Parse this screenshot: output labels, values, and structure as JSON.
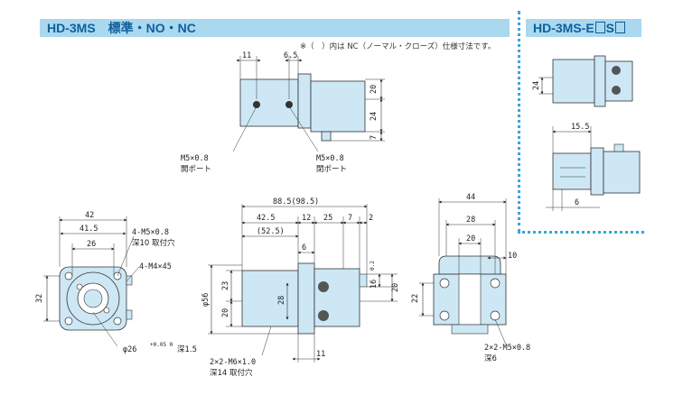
{
  "header": {
    "main_title": "HD-3MS　標準・NO・NC",
    "side_title_prefix": "HD-3MS-E",
    "side_title_mid": "S"
  },
  "note": "※（　）内は NC（ノーマル・クローズ）仕様寸法です。",
  "top_view": {
    "dims": [
      "11",
      "6.5",
      "20",
      "24",
      "7"
    ],
    "port_left": [
      "M5×0.8",
      "開ポート"
    ],
    "port_right": [
      "M5×0.8",
      "閉ポート"
    ]
  },
  "front_view": {
    "dims": [
      "42",
      "41.5",
      "26",
      "32"
    ],
    "callouts": [
      "4-M5×0.8",
      "深10 取付穴",
      "4-M4×45"
    ],
    "bore": "φ26",
    "bore_tol": "+0.05 0",
    "bore_depth": "深1.5"
  },
  "side_view": {
    "dims": [
      "88.5(98.5)",
      "42.5",
      "12",
      "25",
      "7",
      "2",
      "(52.5)",
      "6",
      "16",
      "0.2",
      "20",
      "φ56",
      "23",
      "20",
      "28",
      "11"
    ],
    "callouts": [
      "2×2-M6×1.0",
      "深14 取付穴"
    ]
  },
  "end_view": {
    "dims": [
      "44",
      "28",
      "20",
      "10",
      "22"
    ],
    "callouts": [
      "2×2-M5×0.8",
      "深6"
    ]
  },
  "option_view": {
    "dims": [
      "24",
      "15.5",
      "6"
    ]
  }
}
